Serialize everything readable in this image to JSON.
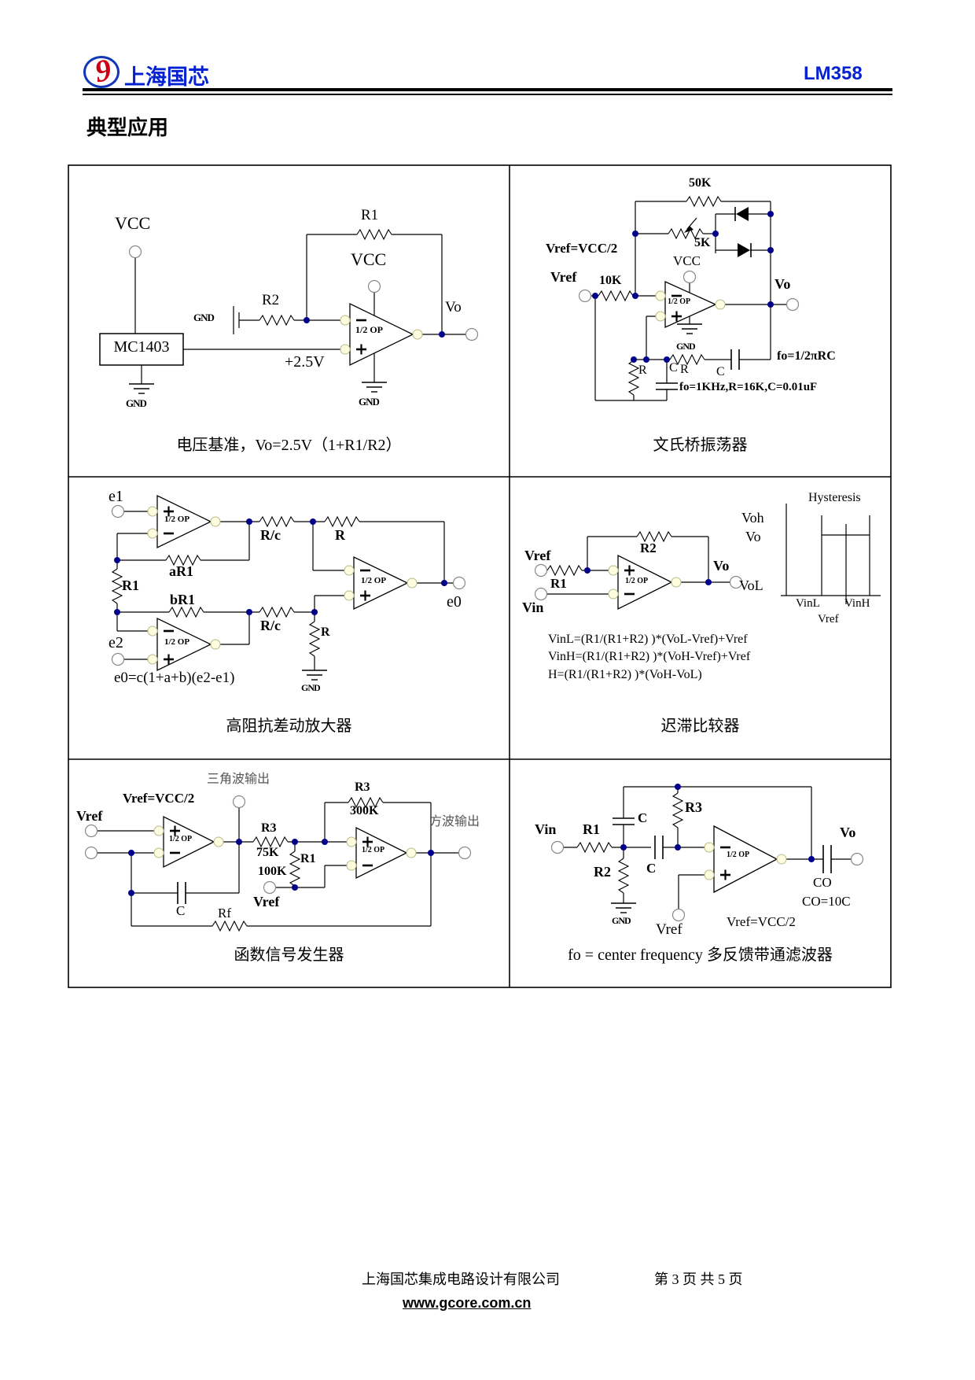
{
  "header": {
    "brand": "上海国芯",
    "part": "LM358",
    "logo_glyph": "9"
  },
  "section_title": "典型应用",
  "colors": {
    "accent_blue": "#0522d0",
    "logo_red": "#cc0011",
    "junction_dot": "#00008B"
  },
  "panels": {
    "p1": {
      "caption": "电压基准，Vo=2.5V（1+R1/R2）",
      "labels": {
        "vcc_left": "VCC",
        "mc1403": "MC1403",
        "gnd_box": "GND",
        "gnd_bat": "GND",
        "r2": "R2",
        "r1": "R1",
        "vcc_op": "VCC",
        "half_op": "1/2 OP",
        "plus25": "+2.5V",
        "vo": "Vo",
        "gnd_op": "GND"
      }
    },
    "p2": {
      "caption": "文氏桥振荡器",
      "labels": {
        "r50k": "50K",
        "r5k": "5K",
        "vref_eq": "Vref=VCC/2",
        "vref": "Vref",
        "r10k": "10K",
        "vcc": "VCC",
        "half_op": "1/2 OP",
        "gnd": "GND",
        "vo": "Vo",
        "shunt_r": "R",
        "shunt_c": "C",
        "series_r": "R",
        "series_c": "C",
        "fo1": "fo=1/2πRC",
        "fo2": "fo=1KHz,R=16K,C=0.01uF"
      }
    },
    "p3": {
      "caption": "高阻抗差动放大器",
      "labels": {
        "e1": "e1",
        "e2": "e2",
        "half_op_a": "1/2 OP",
        "half_op_b": "1/2 OP",
        "half_op_c": "1/2 OP",
        "ar1": "aR1",
        "r1": "R1",
        "br1": "bR1",
        "rc1": "R/c",
        "rc2": "R/c",
        "r_top": "R",
        "r_shunt": "R",
        "e0": "e0",
        "gnd": "GND",
        "formula": "e0=c(1+a+b)(e2-e1)"
      }
    },
    "p4": {
      "caption": "迟滞比较器",
      "labels": {
        "vref": "Vref",
        "r1": "R1",
        "vin": "Vin",
        "r2": "R2",
        "half_op": "1/2 OP",
        "vo": "Vo",
        "hysteresis": "Hysteresis",
        "voh": "Voh",
        "vo_axis": "Vo",
        "vol": "VoL",
        "vinl": "VinL",
        "vinh": "VinH",
        "vref_axis": "Vref",
        "f1": "VinL=(R1/(R1+R2) )*(VoL-Vref)+Vref",
        "f2": "VinH=(R1/(R1+R2) )*(VoH-Vref)+Vref",
        "f3": "H=(R1/(R1+R2) )*(VoH-VoL)"
      }
    },
    "p5": {
      "caption": "函数信号发生器",
      "labels": {
        "tri_out": "三角波输出",
        "vref_eq": "Vref=VCC/2",
        "vref_in": "Vref",
        "half_op_a": "1/2 OP",
        "half_op_b": "1/2 OP",
        "r3a": "R3",
        "v75k": "75K",
        "r1": "R1",
        "v100k": "100K",
        "vref_mid": "Vref",
        "r3b": "R3",
        "v300k": "300K",
        "sq_out": "方波输出",
        "c": "C",
        "rf": "Rf"
      }
    },
    "p6": {
      "caption": "fo = center frequency  多反馈带通滤波器",
      "labels": {
        "vin": "Vin",
        "r1": "R1",
        "c_top": "C",
        "r3": "R3",
        "c_series": "C",
        "r2": "R2",
        "gnd": "GND",
        "half_op": "1/2 OP",
        "vref_bot": "Vref",
        "vo": "Vo",
        "co": "CO",
        "co_eq": "CO=10C",
        "vref_eq": "Vref=VCC/2"
      }
    }
  },
  "footer": {
    "company": "上海国芯集成电路设计有限公司",
    "url": "www.gcore.com.cn",
    "page": "第 3 页  共 5 页"
  }
}
